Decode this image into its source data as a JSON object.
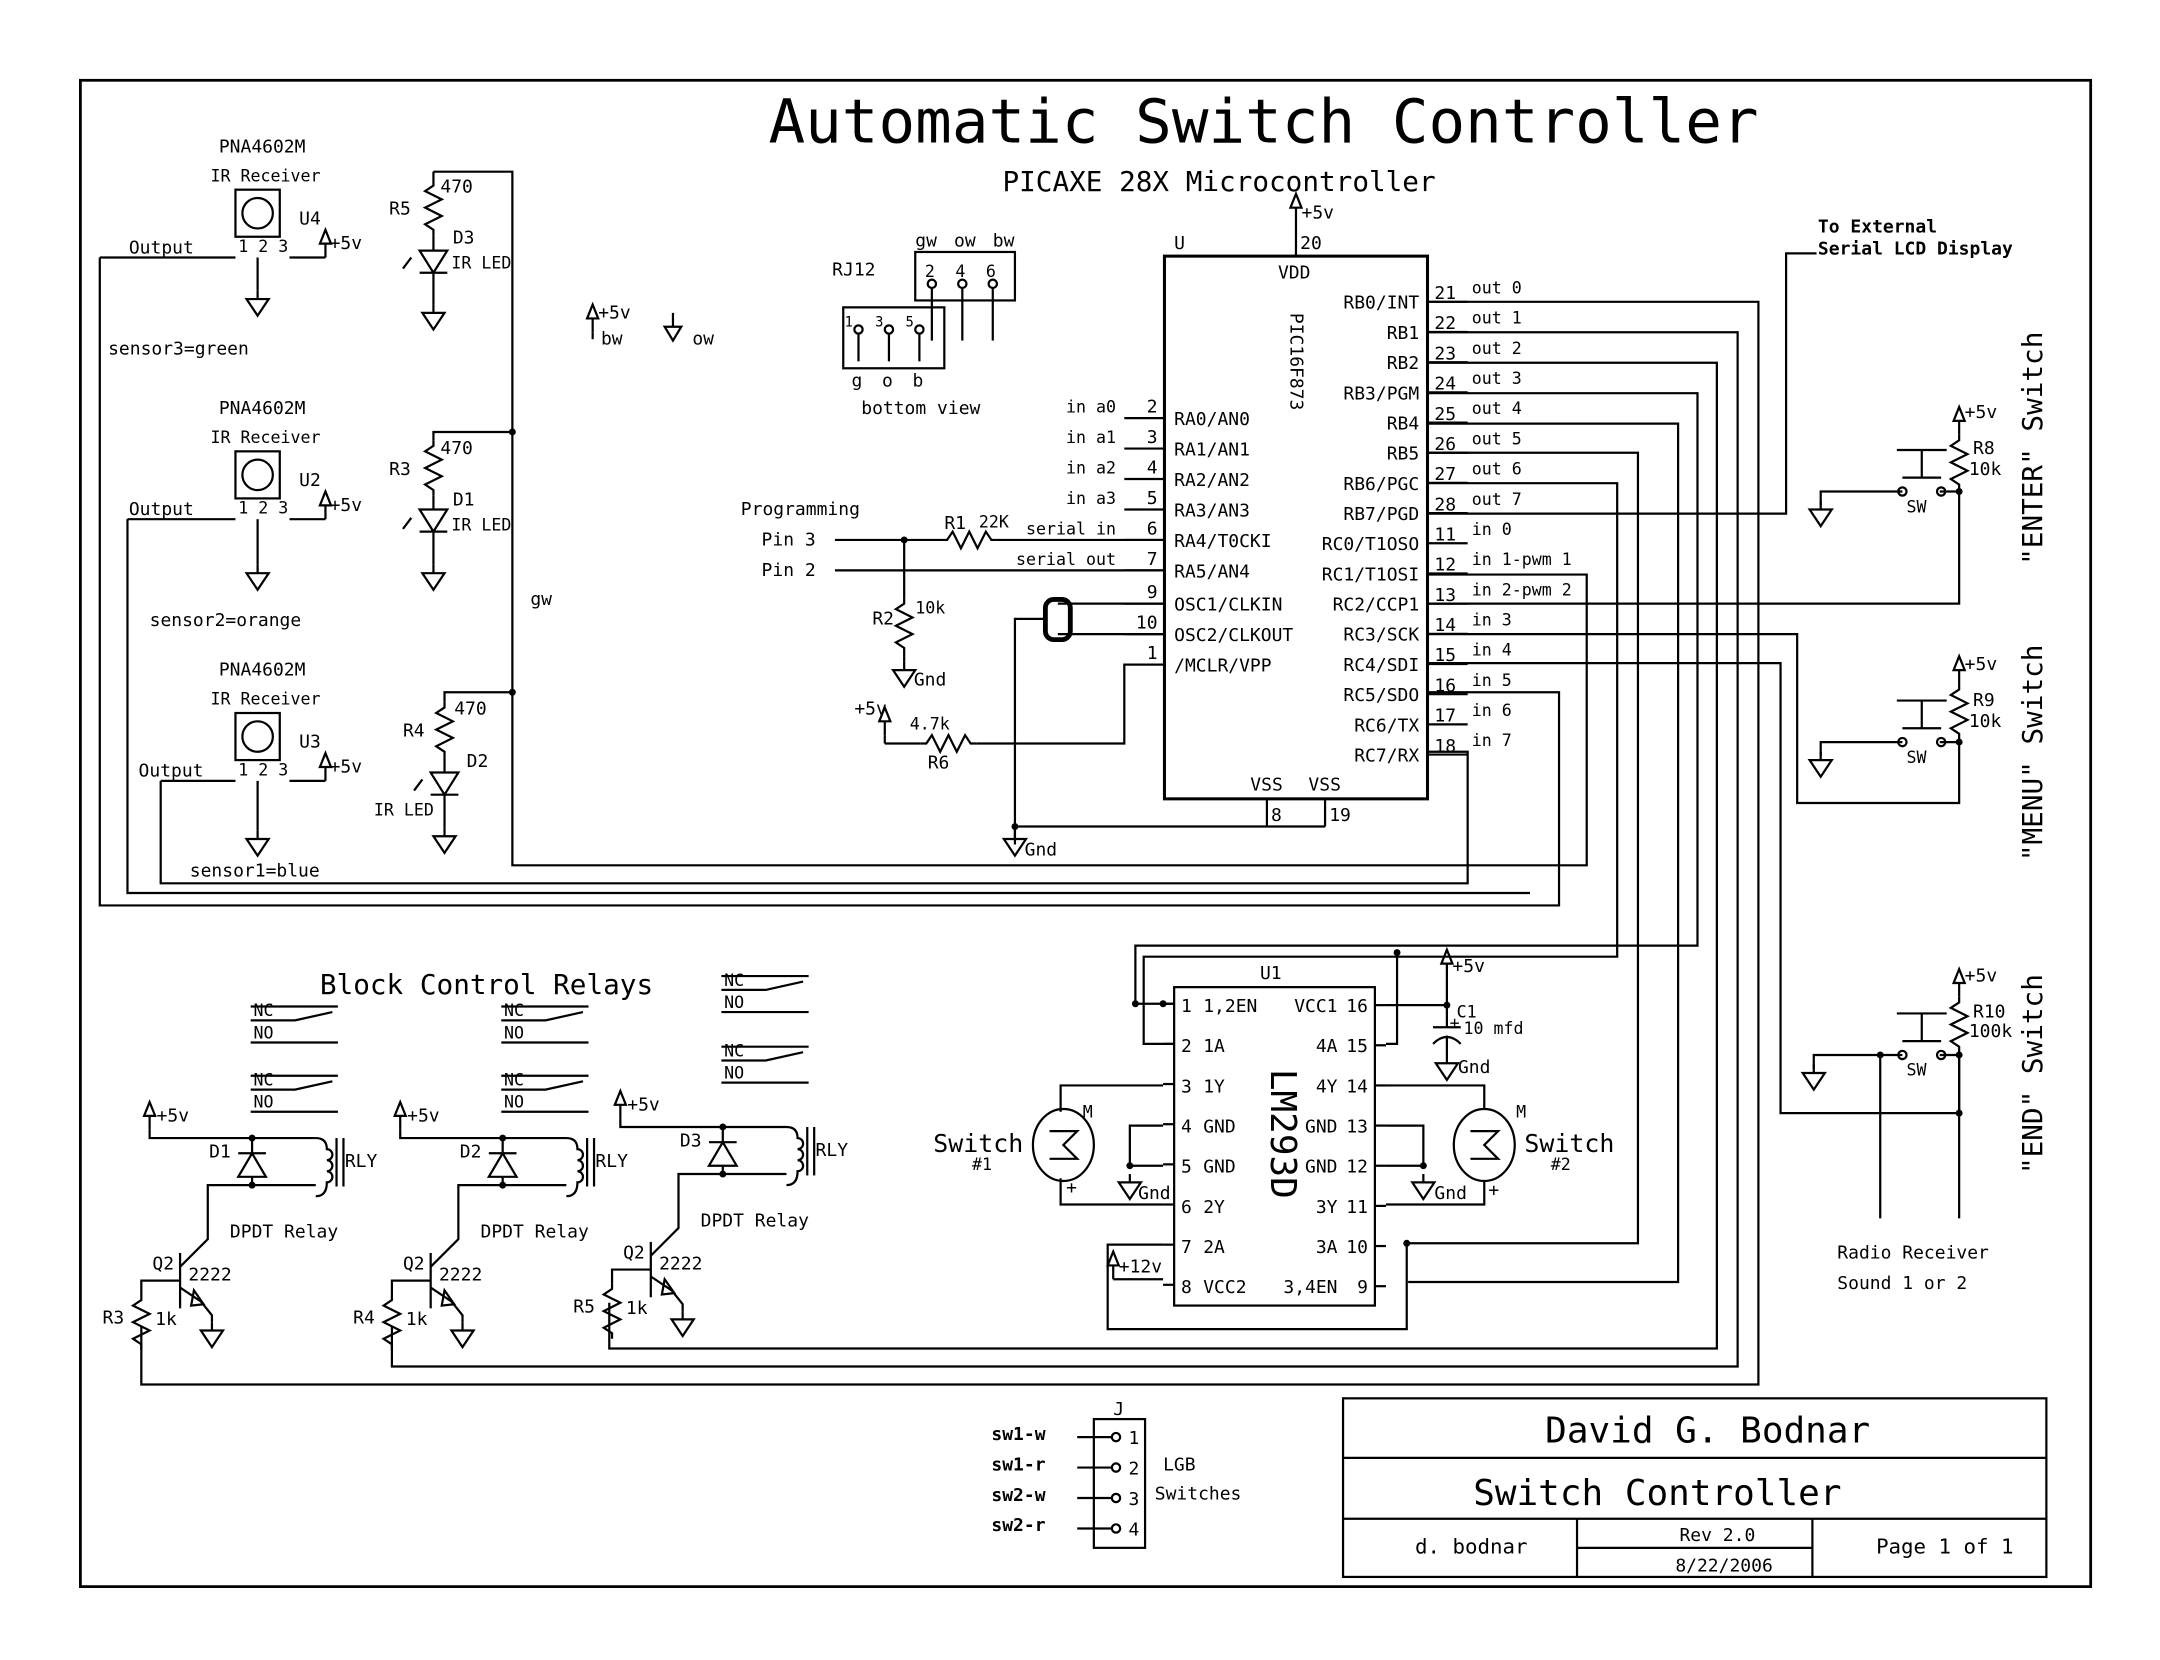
{
  "title": "Automatic Switch Controller",
  "subtitle": "PICAXE 28X Microcontroller",
  "colors": {
    "ink": "#000000",
    "paper": "#ffffff"
  },
  "mcu": {
    "ref": "U",
    "part": "PIC16F873",
    "vdd_label": "VDD",
    "vdd_pin": "20",
    "supply": "+5v",
    "vss_labels": [
      "VSS",
      "VSS"
    ],
    "vss_pins": [
      "8",
      "19"
    ],
    "left_pins": [
      {
        "pin": "2",
        "name": "RA0/AN0",
        "net": "in a0"
      },
      {
        "pin": "3",
        "name": "RA1/AN1",
        "net": "in a1"
      },
      {
        "pin": "4",
        "name": "RA2/AN2",
        "net": "in a2"
      },
      {
        "pin": "5",
        "name": "RA3/AN3",
        "net": "in a3"
      },
      {
        "pin": "6",
        "name": "RA4/T0CKI",
        "net": "serial in"
      },
      {
        "pin": "7",
        "name": "RA5/AN4",
        "net": "serial out"
      },
      {
        "pin": "9",
        "name": "OSC1/CLKIN",
        "net": ""
      },
      {
        "pin": "10",
        "name": "OSC2/CLKOUT",
        "net": ""
      },
      {
        "pin": "1",
        "name": "/MCLR/VPP",
        "net": ""
      }
    ],
    "right_pins": [
      {
        "pin": "21",
        "name": "RB0/INT",
        "net": "out 0"
      },
      {
        "pin": "22",
        "name": "RB1",
        "net": "out 1"
      },
      {
        "pin": "23",
        "name": "RB2",
        "net": "out 2"
      },
      {
        "pin": "24",
        "name": "RB3/PGM",
        "net": "out 3"
      },
      {
        "pin": "25",
        "name": "RB4",
        "net": "out 4"
      },
      {
        "pin": "26",
        "name": "RB5",
        "net": "out 5"
      },
      {
        "pin": "27",
        "name": "RB6/PGC",
        "net": "out 6"
      },
      {
        "pin": "28",
        "name": "RB7/PGD",
        "net": "out 7"
      },
      {
        "pin": "11",
        "name": "RC0/T1OSO",
        "net": "in 0"
      },
      {
        "pin": "12",
        "name": "RC1/T1OSI",
        "net": "in 1-pwm 1"
      },
      {
        "pin": "13",
        "name": "RC2/CCP1",
        "net": "in 2-pwm 2"
      },
      {
        "pin": "14",
        "name": "RC3/SCK",
        "net": "in 3"
      },
      {
        "pin": "15",
        "name": "RC4/SDI",
        "net": "in 4"
      },
      {
        "pin": "16",
        "name": "RC5/SDO",
        "net": "in 5"
      },
      {
        "pin": "17",
        "name": "RC6/TX",
        "net": "in 6"
      },
      {
        "pin": "18",
        "name": "RC7/RX",
        "net": "in 7"
      }
    ]
  },
  "sensors": [
    {
      "part": "PNA4602M",
      "type": "IR Receiver",
      "ref": "U4",
      "pins": "1 2 3",
      "output": "Output",
      "supply": "+5v",
      "net": "sensor3=green",
      "led": {
        "res": "R5",
        "value": "470",
        "diode": "D3",
        "label": "IR LED"
      }
    },
    {
      "part": "PNA4602M",
      "type": "IR Receiver",
      "ref": "U2",
      "pins": "1 2 3",
      "output": "Output",
      "supply": "+5v",
      "net": "sensor2=orange",
      "led": {
        "res": "R3",
        "value": "470",
        "diode": "D1",
        "label": "IR LED"
      }
    },
    {
      "part": "PNA4602M",
      "type": "IR Receiver",
      "ref": "U3",
      "pins": "1 2 3",
      "output": "Output",
      "supply": "+5v",
      "net": "sensor1=blue",
      "led": {
        "res": "R4",
        "value": "470",
        "diode": "D2",
        "label": "IR LED"
      }
    }
  ],
  "gw_label": "gw",
  "power_legend": {
    "plus": "+5v",
    "bw": "bw",
    "ow": "ow"
  },
  "rj12": {
    "ref": "RJ12",
    "top_labels": [
      "gw",
      "ow",
      "bw"
    ],
    "top_pins": [
      "2",
      "4",
      "6"
    ],
    "bottom_pins": [
      "1",
      "3",
      "5"
    ],
    "bottom_labels": [
      "g",
      "o",
      "b"
    ],
    "caption": "bottom view"
  },
  "programming": {
    "title": "Programming",
    "pins": [
      "Pin 3",
      "Pin 2"
    ],
    "r1": {
      "ref": "R1",
      "value": "22K"
    },
    "r2": {
      "ref": "R2",
      "value": "10k"
    },
    "r6": {
      "ref": "R6",
      "value": "4.7k"
    },
    "supply": "+5v",
    "gnd": "Gnd"
  },
  "gnd_label": "Gnd",
  "lcd_note": [
    "To External",
    "Serial LCD Display"
  ],
  "switches": [
    {
      "label": "\"ENTER\" Switch",
      "res": "R8",
      "value": "10k",
      "sw": "SW",
      "supply": "+5v"
    },
    {
      "label": "\"MENU\" Switch",
      "res": "R9",
      "value": "10k",
      "sw": "SW",
      "supply": "+5v"
    },
    {
      "label": "\"END\" Switch",
      "res": "R10",
      "value": "100k",
      "sw": "SW",
      "supply": "+5v"
    }
  ],
  "radio": [
    "Radio Receiver",
    "Sound 1 or 2"
  ],
  "relays": {
    "title": "Block Control Relays",
    "units": [
      {
        "diode": "D1",
        "coil": "RLY",
        "caption": "DPDT Relay",
        "q": "Q2",
        "q_part": "2222",
        "res": "R3",
        "res_value": "1k",
        "supply": "+5v"
      },
      {
        "diode": "D2",
        "coil": "RLY",
        "caption": "DPDT Relay",
        "q": "Q2",
        "q_part": "2222",
        "res": "R4",
        "res_value": "1k",
        "supply": "+5v"
      },
      {
        "diode": "D3",
        "coil": "RLY",
        "caption": "DPDT Relay",
        "q": "Q2",
        "q_part": "2222",
        "res": "R5",
        "res_value": "1k",
        "supply": "+5v"
      }
    ],
    "contacts": [
      "NC",
      "NO"
    ]
  },
  "driver": {
    "ref": "U1",
    "part": "LM293D",
    "left_pins": [
      {
        "pin": "1",
        "name": "1,2EN"
      },
      {
        "pin": "2",
        "name": "1A"
      },
      {
        "pin": "3",
        "name": "1Y"
      },
      {
        "pin": "4",
        "name": "GND"
      },
      {
        "pin": "5",
        "name": "GND"
      },
      {
        "pin": "6",
        "name": "2Y"
      },
      {
        "pin": "7",
        "name": "2A"
      },
      {
        "pin": "8",
        "name": "VCC2"
      }
    ],
    "right_pins": [
      {
        "pin": "16",
        "name": "VCC1"
      },
      {
        "pin": "15",
        "name": "4A"
      },
      {
        "pin": "14",
        "name": "4Y"
      },
      {
        "pin": "13",
        "name": "GND"
      },
      {
        "pin": "12",
        "name": "GND"
      },
      {
        "pin": "11",
        "name": "3Y"
      },
      {
        "pin": "10",
        "name": "3A"
      },
      {
        "pin": "9",
        "name": "3,4EN"
      }
    ],
    "cap": {
      "ref": "C1",
      "value": "10 mfd",
      "polarity": "+"
    },
    "supply5": "+5v",
    "supply12": "+12v",
    "motors": [
      {
        "label": "Switch",
        "num": "#1",
        "m": "M",
        "plus": "+"
      },
      {
        "label": "Switch",
        "num": "#2",
        "m": "M",
        "plus": "+"
      }
    ]
  },
  "connector": {
    "ref": "J",
    "pins": [
      "1",
      "2",
      "3",
      "4"
    ],
    "nets": [
      "sw1-w",
      "sw1-r",
      "sw2-w",
      "sw2-r"
    ],
    "caption": [
      "LGB",
      "Switches"
    ]
  },
  "title_block": {
    "author": "David G. Bodnar",
    "project": "Switch Controller",
    "drawn_by": "d. bodnar",
    "revision": "Rev 2.0",
    "date": "8/22/2006",
    "page": "Page 1 of 1"
  }
}
